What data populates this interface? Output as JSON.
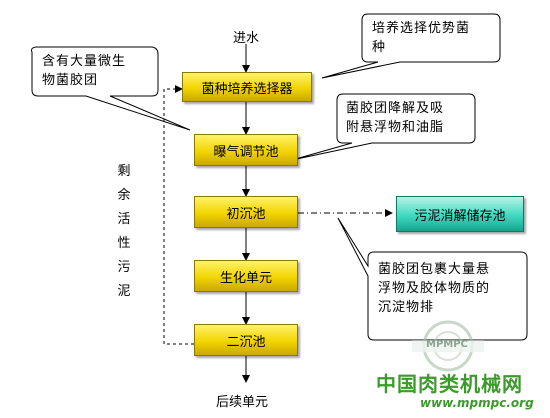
{
  "flow": {
    "input_label": "进水",
    "output_label": "后续单元",
    "boxes": {
      "selector": "菌种培养选择器",
      "aeration": "曝气调节池",
      "primary": "初沉池",
      "bio": "生化单元",
      "secondary": "二沉池",
      "sludge": "污泥消解储存池"
    },
    "return_label_chars": [
      "剩",
      "余",
      "活",
      "性",
      "污",
      "泥"
    ]
  },
  "callouts": {
    "top_left": [
      "含有大量微生",
      "物菌胶团"
    ],
    "top_right": [
      "培养选择优势菌",
      "种"
    ],
    "mid_right": [
      "菌胶团降解及吸",
      "附悬浮物和油脂"
    ],
    "bottom_right": [
      "菌胶团包裹大量悬",
      "浮物及胶体物质的",
      "沉淀物排"
    ]
  },
  "watermark": {
    "title": "中国肉类机械网",
    "url": "www.mpmpc.org",
    "logo_text": "MPMPC"
  },
  "colors": {
    "box_yellow": "#f2d400",
    "box_teal": "#3fd9c0",
    "watermark_green": "#3c9a2c"
  }
}
